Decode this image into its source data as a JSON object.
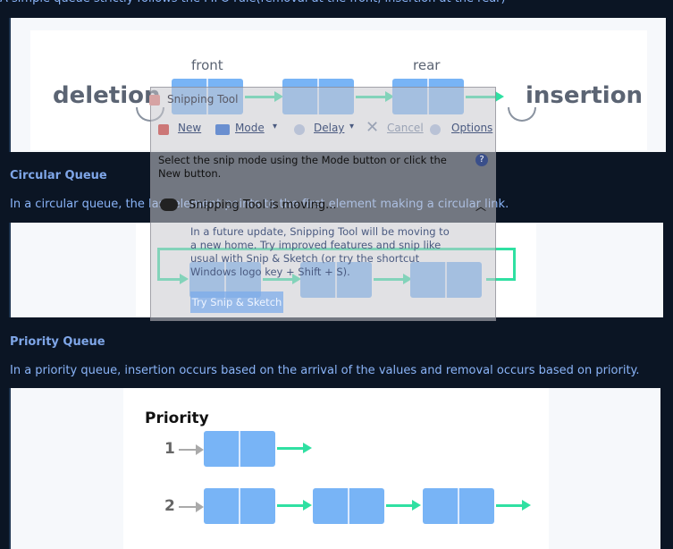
{
  "intro_text": "A simple queue strictly follows the FIFO rule(removal at the front, insertion at the rear)",
  "simple_queue": {
    "front_label": "front",
    "rear_label": "rear",
    "deletion_label": "deletion",
    "insertion_label": "insertion"
  },
  "circular": {
    "heading": "Circular Queue",
    "description": "In a circular queue, the last element points to the first element making a circular link."
  },
  "priority": {
    "heading": "Priority Queue",
    "description": "In a priority queue, insertion occurs based on the arrival of the values and removal occurs based on priority.",
    "diagram_title": "Priority",
    "level_1": "1",
    "level_2": "2"
  },
  "snipping_tool": {
    "title": "Snipping Tool",
    "new_label": "New",
    "mode_label": "Mode",
    "delay_label": "Delay",
    "cancel_label": "Cancel",
    "options_label": "Options",
    "help_text": "Select the snip mode using the Mode button or click the New button.",
    "note_title": "Snipping Tool is moving...",
    "note_text": "In a future update, Snipping Tool will be moving to a new home. Try improved features and snip like usual with Snip & Sketch (or try the shortcut Windows logo key + Shift + S).",
    "try_button": "Try Snip & Sketch"
  },
  "colors": {
    "background": "#0b1524",
    "node": "#78b4f6",
    "arrow": "#2fe0a2",
    "link_text": "#8ab4f8"
  }
}
